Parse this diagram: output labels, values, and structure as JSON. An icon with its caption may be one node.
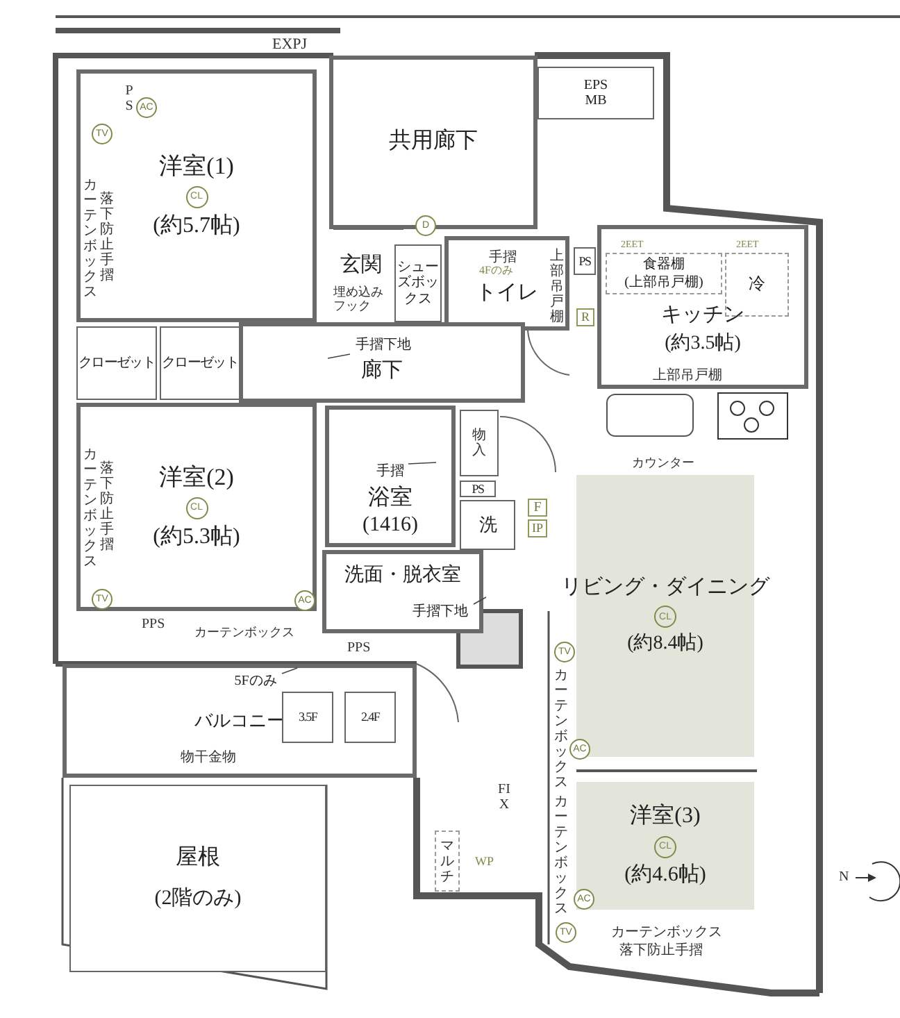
{
  "diagram": {
    "nodes": [
      {
        "text": [
          "洋室(1)",
          "CL",
          "(約5.7帖)"
        ]
      },
      {
        "text": [
          "共用廊下"
        ]
      },
      {
        "text": [
          "EPS",
          "MB"
        ]
      },
      {
        "text": [
          "玄関"
        ]
      },
      {
        "text": [
          "シューズボックス"
        ]
      },
      {
        "text": [
          "トイレ"
        ]
      },
      {
        "text": [
          "キッチン",
          "(約3.5帖)"
        ]
      },
      {
        "text": [
          "クローゼット"
        ]
      },
      {
        "text": [
          "クローゼット"
        ]
      },
      {
        "text": [
          "廊下"
        ]
      },
      {
        "text": [
          "洋室(2)",
          "CL",
          "(約5.3帖)"
        ]
      },
      {
        "text": [
          "浴室",
          "(1416)"
        ]
      },
      {
        "text": [
          "物入"
        ]
      },
      {
        "text": [
          "PS"
        ]
      },
      {
        "text": [
          "洗"
        ]
      },
      {
        "text": [
          "洗面・脱衣室"
        ]
      },
      {
        "text": [
          "リビング・ダイニング",
          "CL",
          "(約8.4帖)"
        ]
      },
      {
        "text": [
          "バルコニー"
        ]
      },
      {
        "text": [
          "屋根",
          "(2階のみ)"
        ]
      },
      {
        "text": [
          "洋室(3)",
          "CL",
          "(約4.6帖)"
        ]
      },
      {
        "text": [
          "手摺下地"
        ],
        "in": 9
      },
      {
        "text": [
          "手摺"
        ],
        "in": 11
      },
      {
        "text": [
          "手摺下地"
        ],
        "in": 15
      },
      {
        "text": [
          "5Fのみ"
        ],
        "in": 17
      },
      {
        "text": [
          "食器棚",
          "(上部吊戸棚)"
        ],
        "in": 6
      },
      {
        "text": [
          "冷"
        ],
        "in": 6
      },
      {
        "text": [
          "3.5F"
        ],
        "in": 17
      },
      {
        "text": [
          "2.4F"
        ],
        "in": 17
      },
      {
        "text": [
          "F"
        ]
      },
      {
        "text": [
          "IP"
        ]
      },
      {
        "text": [
          "R"
        ]
      },
      {
        "text": [
          "PS"
        ]
      },
      {
        "text": [
          "マルチ"
        ]
      }
    ],
    "edges": [
      {
        "from": 20,
        "to": null,
        "arrow": "none"
      },
      {
        "from": 21,
        "to": null,
        "arrow": "none"
      },
      {
        "from": 22,
        "to": null,
        "arrow": "none"
      },
      {
        "from": 23,
        "to": null,
        "arrow": "none"
      }
    ],
    "labels": [
      "EXPJ",
      "PS",
      "AC",
      "TV",
      "カーテンボックス",
      "落下防止手摺",
      "D",
      "手摺",
      "4Fのみ",
      "2EET",
      "2EET",
      "上部吊戸棚",
      "埋め込みフック",
      "上部吊戸棚",
      "カウンター",
      "カーテンボックス",
      "落下防止手摺",
      "TV",
      "AC",
      "PPS",
      "カーテンボックス",
      "PPS",
      "TV",
      "物干金物",
      "AC",
      "カーテンボックス",
      "FIX",
      "カーテンボックス",
      "WP",
      "AC",
      "TV",
      "N",
      "カーテンボックス",
      "落下防止手摺"
    ]
  }
}
